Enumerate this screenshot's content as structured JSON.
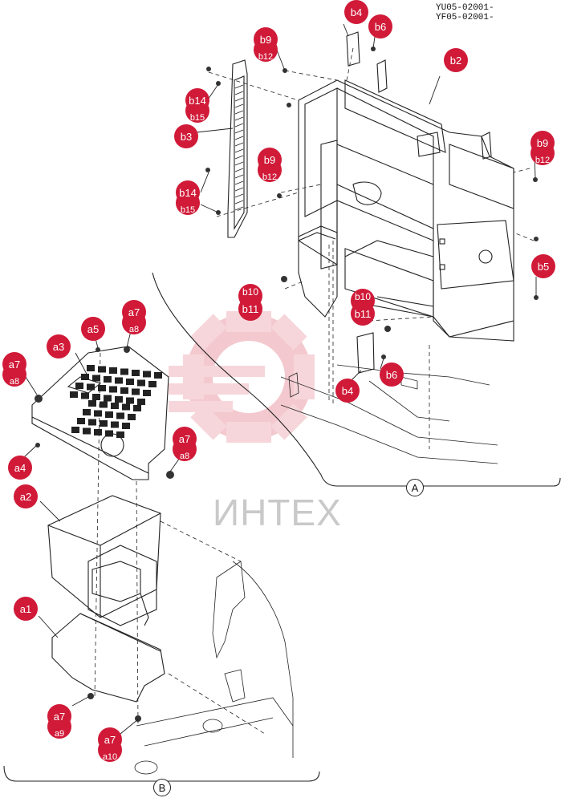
{
  "serials": [
    "YU05-02001-",
    "YF05-02001-"
  ],
  "watermark": "ИНТЕХ",
  "view_labels": {
    "a": "A",
    "b": "B"
  },
  "callouts": {
    "b4_top": "b4",
    "b6_top": "b6",
    "b9_top": "b9",
    "b12_top": "b12",
    "b2": "b2",
    "b14_top": "b14",
    "b15_top": "b15",
    "b3": "b3",
    "b9_mid": "b9",
    "b12_mid": "b12",
    "b14_bot": "b14",
    "b15_bot": "b15",
    "b9_right": "b9",
    "b12_right": "b12",
    "b5": "b5",
    "b10_left": "b10",
    "b11_left": "b11",
    "b10_right": "b10",
    "b11_right": "b11",
    "b6_bot": "b6",
    "b4_bot": "b4",
    "a7_top": "a7",
    "a8_top": "a8",
    "a5": "a5",
    "a3": "a3",
    "a7_left": "a7",
    "a8_left": "a8",
    "a7_mid": "a7",
    "a8_mid": "a8",
    "a4": "a4",
    "a2": "a2",
    "a1": "a1",
    "a7_bot1": "a7",
    "a9_bot1": "a9",
    "a7_bot2": "a7",
    "a10_bot2": "a10"
  },
  "colors": {
    "callout": "#d01a38",
    "watermark": "#e8a0a8",
    "line": "#222222"
  }
}
